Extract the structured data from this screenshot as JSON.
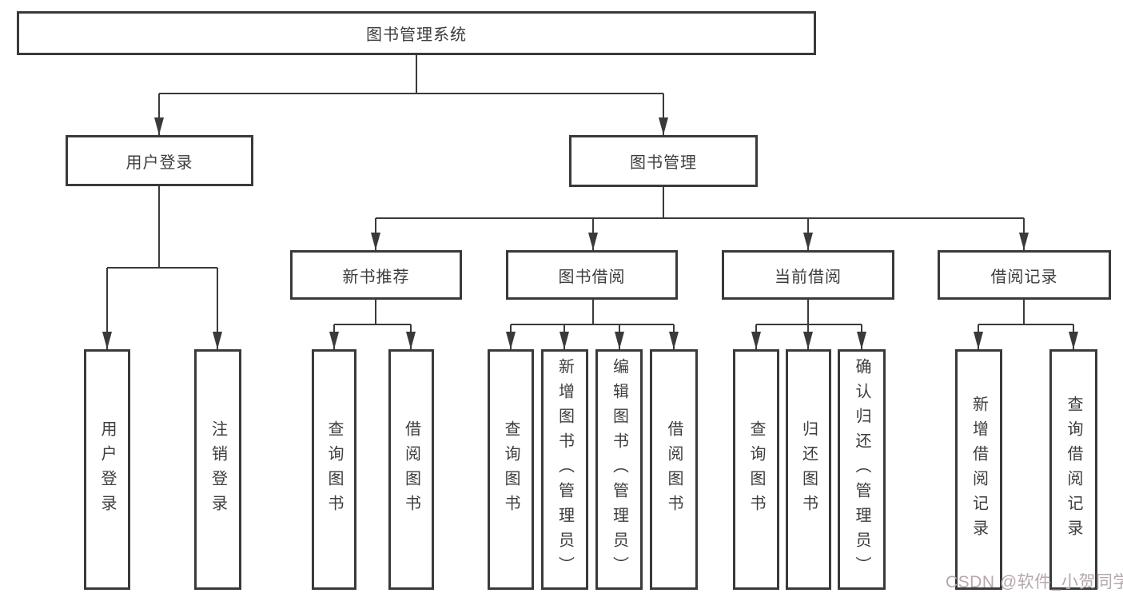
{
  "nodes": {
    "root": "图书管理系统",
    "user_login": "用户登录",
    "book_management": "图书管理",
    "new_book_recommend": "新书推荐",
    "book_borrow": "图书借阅",
    "current_borrow": "当前借阅",
    "borrow_record": "借阅记录",
    "leaf_user_login": "用户登录",
    "leaf_logout": "注销登录",
    "leaf_nb_query_book": "查询图书",
    "leaf_nb_borrow_book": "借阅图书",
    "leaf_bb_query_book": "查询图书",
    "leaf_bb_add_book_admin": "新增图书（管理员）",
    "leaf_bb_edit_book_admin": "编辑图书（管理员）",
    "leaf_bb_borrow_book": "借阅图书",
    "leaf_cb_query_book": "查询图书",
    "leaf_cb_return_book": "归还图书",
    "leaf_cb_confirm_return_admin": "确认归还（管理员）",
    "leaf_br_add_record": "新增借阅记录",
    "leaf_br_query_record": "查询借阅记录"
  },
  "hierarchy": {
    "图书管理系统": {
      "用户登录": [
        "用户登录",
        "注销登录"
      ],
      "图书管理": {
        "新书推荐": [
          "查询图书",
          "借阅图书"
        ],
        "图书借阅": [
          "查询图书",
          "新增图书（管理员）",
          "编辑图书（管理员）",
          "借阅图书"
        ],
        "当前借阅": [
          "查询图书",
          "归还图书",
          "确认归还（管理员）"
        ],
        "借阅记录": [
          "新增借阅记录",
          "查询借阅记录"
        ]
      }
    }
  },
  "watermark": "CSDN @软件_小贺同学",
  "colors": {
    "line": "#3a3a3a",
    "box_border": "#3a3a3a",
    "text": "#3d3d3d",
    "watermark": "#b7a8ab",
    "background": "#ffffff"
  }
}
